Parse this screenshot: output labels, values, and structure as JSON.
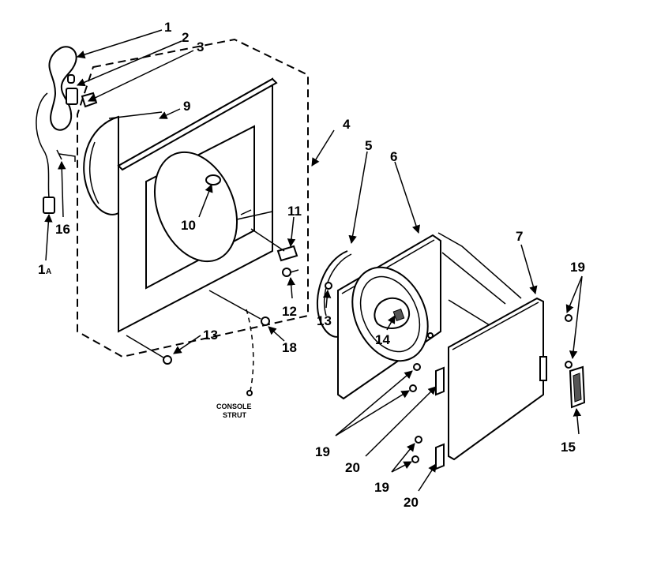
{
  "callouts": {
    "c1": "1",
    "c2": "2",
    "c3": "3",
    "c4": "4",
    "c5": "5",
    "c6": "6",
    "c7": "7",
    "c9": "9",
    "c10": "10",
    "c11": "11",
    "c12": "12",
    "c13a": "13",
    "c13b": "13",
    "c14": "14",
    "c15": "15",
    "c16": "16",
    "c18": "18",
    "c19a": "19",
    "c19b": "19",
    "c19c": "19",
    "c20a": "20",
    "c20b": "20",
    "c1a_num": "1",
    "c1a_sub": "A"
  },
  "notes": {
    "console_line1": "CONSOLE",
    "console_line2": "STRUT"
  }
}
